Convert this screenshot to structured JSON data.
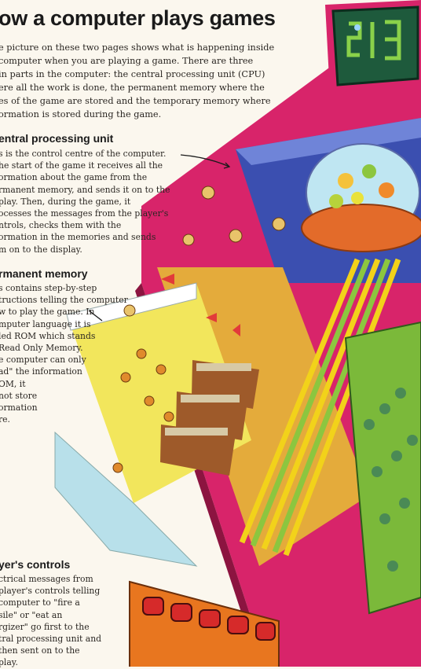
{
  "title": "ow a computer plays games",
  "intro_lines": [
    "e picture on these two pages shows what is happening inside",
    "computer when you are playing a game. There are three",
    "in parts in the computer: the central processing unit (CPU)",
    "ere all the work is done, the permanent memory where the",
    "es of the game are stored and the temporary memory where",
    "ormation is stored during the game."
  ],
  "cpu": {
    "heading": "entral processing unit",
    "lines": [
      "s is the control centre of the computer.",
      "he start of the game it receives all the",
      "ormation about the game from the",
      "rmanent memory, and sends it on to the",
      "play. Then, during the game, it",
      "ocesses the messages from the player's",
      "ntrols, checks them with the",
      "ormation in the memories and sends",
      "m on to the display."
    ]
  },
  "memory": {
    "heading": "rmanent memory",
    "lines": [
      "s contains step-by-step",
      "tructions telling the computer",
      "w to play the game. In",
      "mputer language it is",
      "led ROM which stands",
      "Read Only Memory.",
      "e computer can only",
      "ad\" the information",
      "OM, it",
      "not store",
      "ormation",
      "re."
    ]
  },
  "controls": {
    "heading": "yer's controls",
    "lines": [
      "ctrical messages from",
      "player's controls telling",
      "computer to \"fire a",
      "sile\" or \"eat an",
      "rgizer\" go first to the",
      "tral processing unit and",
      "then sent on to the",
      "play."
    ]
  },
  "colors": {
    "board": "#d8246a",
    "wire_yellow": "#f2d21a",
    "wire_green": "#8cc63f",
    "screen_bg": "#1e5a3c",
    "screen_digits": "#8ad14a",
    "controller": "#e8761f",
    "button": "#d62a2a"
  }
}
